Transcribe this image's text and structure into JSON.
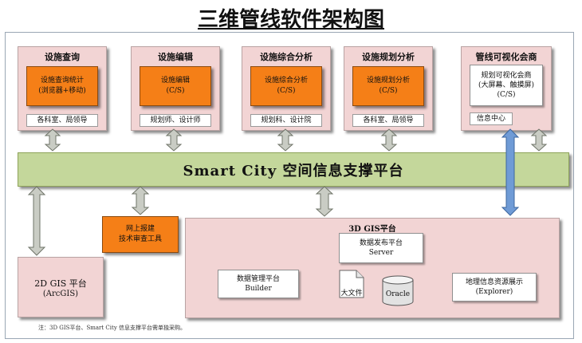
{
  "title": "三维管线软件架构图",
  "modules": [
    {
      "title": "设施查询",
      "box_lines": [
        "设施查询统计",
        "(浏览器+移动)"
      ],
      "footer": "各科室、局领导"
    },
    {
      "title": "设施编辑",
      "box_lines": [
        "设施编辑",
        "(C/S)"
      ],
      "footer": "规划师、设计师"
    },
    {
      "title": "设施综合分析",
      "box_lines": [
        "设施综合分析",
        "(C/S)"
      ],
      "footer": "规划科、设计院"
    },
    {
      "title": "设施规划分析",
      "box_lines": [
        "设施规划分析",
        "(C/S)"
      ],
      "footer": "各科室、局领导"
    },
    {
      "title": "管线可视化会商",
      "box_lines": [
        "规划可视化会商",
        "(大屏幕、触摸屏)",
        "(C/S)"
      ],
      "footer": "信息中心"
    }
  ],
  "platform": "Smart City 空间信息支撑平台",
  "online_tool": [
    "网上报建",
    "技术审查工具"
  ],
  "gis2d": {
    "title": "2D GIS 平台",
    "subtitle": "(ArcGIS)"
  },
  "gis3d": {
    "title": "3D GIS平台",
    "server": {
      "name": "数据发布平台",
      "sub": "Server"
    },
    "builder": {
      "name": "数据管理平台",
      "sub": "Builder"
    },
    "explorer": {
      "name": "地理信息资源展示",
      "sub": "(Explorer)"
    },
    "file": "大文件",
    "db": "Oracle"
  },
  "note": "注：3D GIS平台、Smart City 信息支撑平台需单独采购。",
  "colors": {
    "panel": "#f2d4d4",
    "orange": "#f57f17",
    "platform": "#c4d79b",
    "arrow_gray": "#c9ccc4",
    "arrow_blue": "#6f9bd6"
  }
}
